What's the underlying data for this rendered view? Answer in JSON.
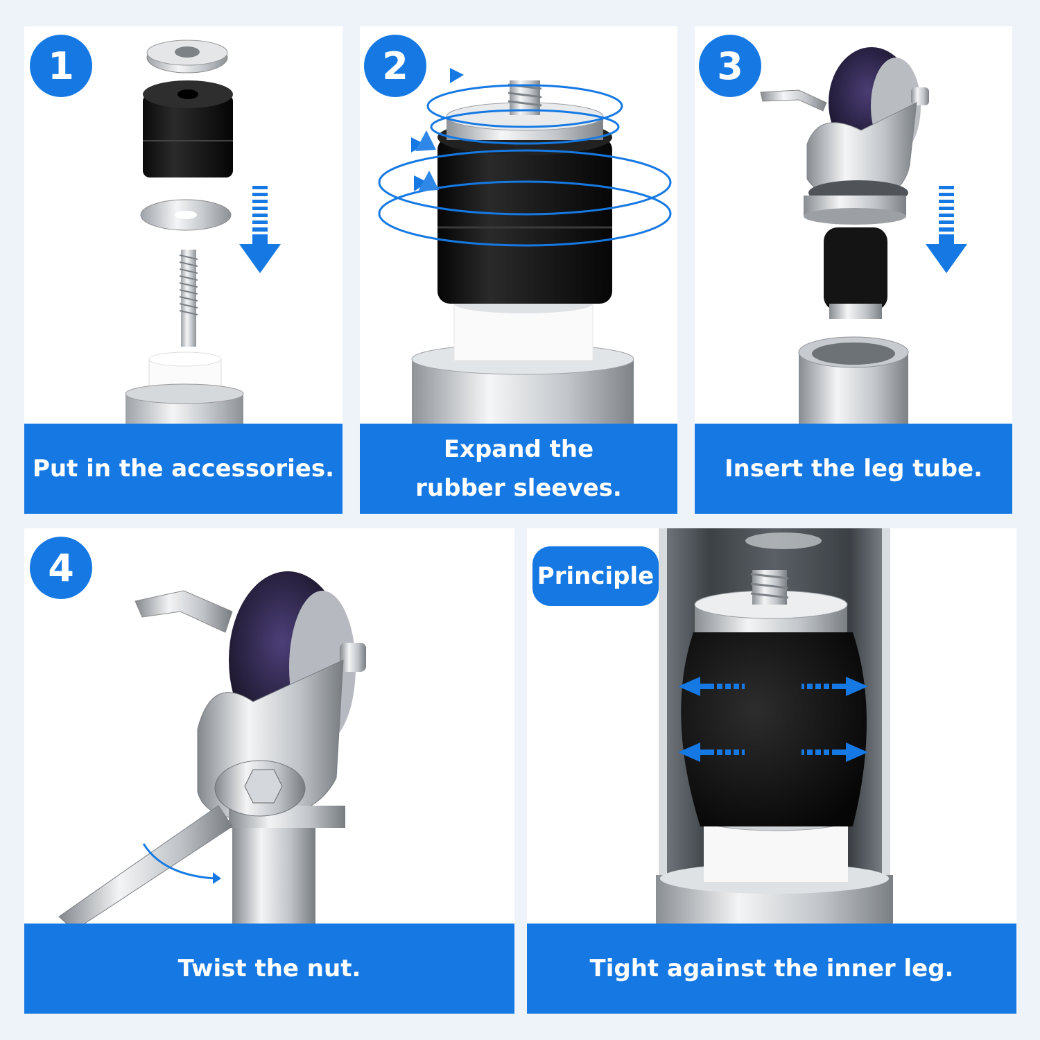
{
  "steps": [
    {
      "number": "1",
      "caption": "Put in the accessories."
    },
    {
      "number": "2",
      "caption_line1": "Expand the",
      "caption_line2": "rubber sleeves."
    },
    {
      "number": "3",
      "caption": "Insert the leg tube."
    },
    {
      "number": "4",
      "caption": "Twist the nut."
    }
  ],
  "principle": {
    "badge": "Principle",
    "caption": "Tight against the inner leg."
  },
  "colors": {
    "accent": "#1679e3",
    "panel": "#ffffff",
    "background": "#eef3fa"
  },
  "icons": [
    "down-arrow-icon",
    "rotation-arrows-icon",
    "expand-arrows-icon",
    "twist-arrow-icon"
  ]
}
